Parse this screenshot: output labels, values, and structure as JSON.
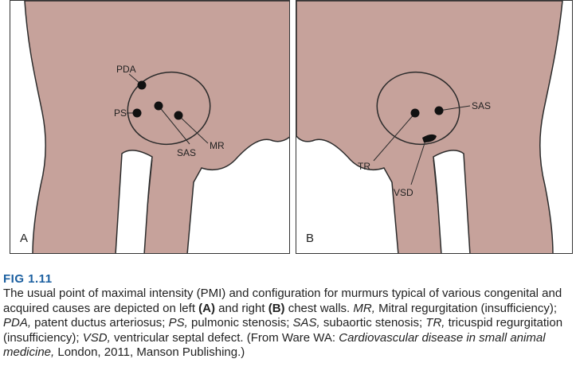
{
  "panels": {
    "a": {
      "letter": "A",
      "labels": {
        "pda": "PDA",
        "ps": "PS",
        "sas": "SAS",
        "mr": "MR"
      }
    },
    "b": {
      "letter": "B",
      "labels": {
        "sas": "SAS",
        "tr": "TR",
        "vsd": "VSD"
      }
    }
  },
  "figure": {
    "label": "FIG 1.11",
    "caption": {
      "p1": "The usual point of maximal intensity (PMI) and configuration for murmurs typical of various congenital and acquired causes are depicted on left ",
      "a": "(A)",
      "p2": " and right ",
      "b": "(B)",
      "p3": " chest walls. ",
      "mr_abbr": "MR,",
      "mr_def": " Mitral regurgitation (insufficiency); ",
      "pda_abbr": "PDA,",
      "pda_def": " patent ductus arteriosus; ",
      "ps_abbr": "PS,",
      "ps_def": " pulmonic stenosis; ",
      "sas_abbr": "SAS,",
      "sas_def": " subaortic stenosis; ",
      "tr_abbr": "TR,",
      "tr_def": " tricuspid regurgitation (insufficiency); ",
      "vsd_abbr": "VSD,",
      "vsd_def": " ventricular septal defect. (From Ware WA: ",
      "source_title": "Cardiovascular disease in small animal medicine,",
      "source_rest": " London, 2011, Manson Publishing.)"
    }
  },
  "colors": {
    "body": "#c6a29b",
    "outline": "#2b2b2b",
    "dot": "#111111",
    "fig_label": "#1b5fa0"
  }
}
